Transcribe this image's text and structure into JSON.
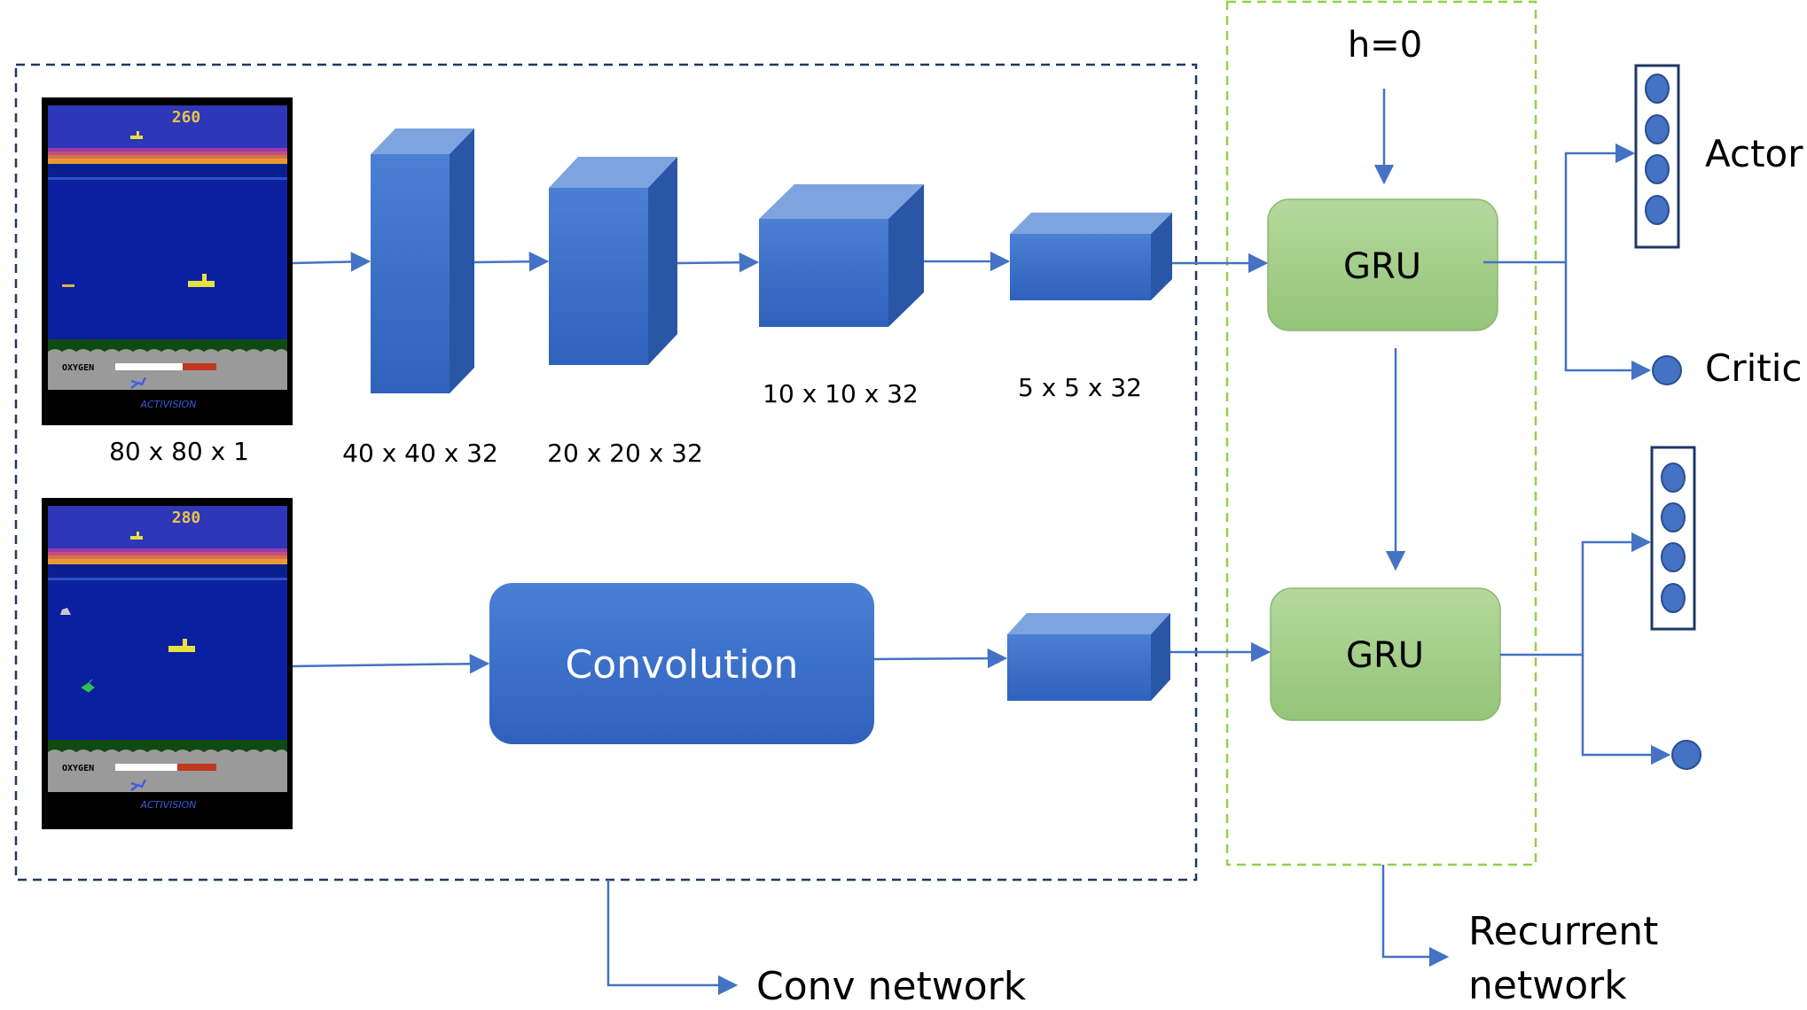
{
  "frames": [
    {
      "score": "260",
      "oxygen_label": "OXYGEN",
      "brand": "ACTIVISION"
    },
    {
      "score": "280",
      "oxygen_label": "OXYGEN",
      "brand": "ACTIVISION"
    }
  ],
  "labels": {
    "input": "80 x 80 x 1",
    "conv1": "40 x 40 x 32",
    "conv2": "20 x 20 x 32",
    "conv3": "10 x 10 x 32",
    "conv4": "5 x 5 x 32"
  },
  "convolution_label": "Convolution",
  "gru_label": "GRU",
  "h0_label": "h=0",
  "actor_label": "Actor",
  "critic_label": "Critic",
  "conv_network_label": "Conv network",
  "recurrent_network_label": [
    "Recurrent",
    "network"
  ],
  "colors": {
    "cube_front": "#3f72c8",
    "cube_top": "#7ea4e0",
    "cube_side": "#2a56a6",
    "gru_fill": "#a9d18e",
    "arrow": "#4472c4",
    "conv_box_border": "#1f3864",
    "recurrent_box_border": "#92d050"
  }
}
